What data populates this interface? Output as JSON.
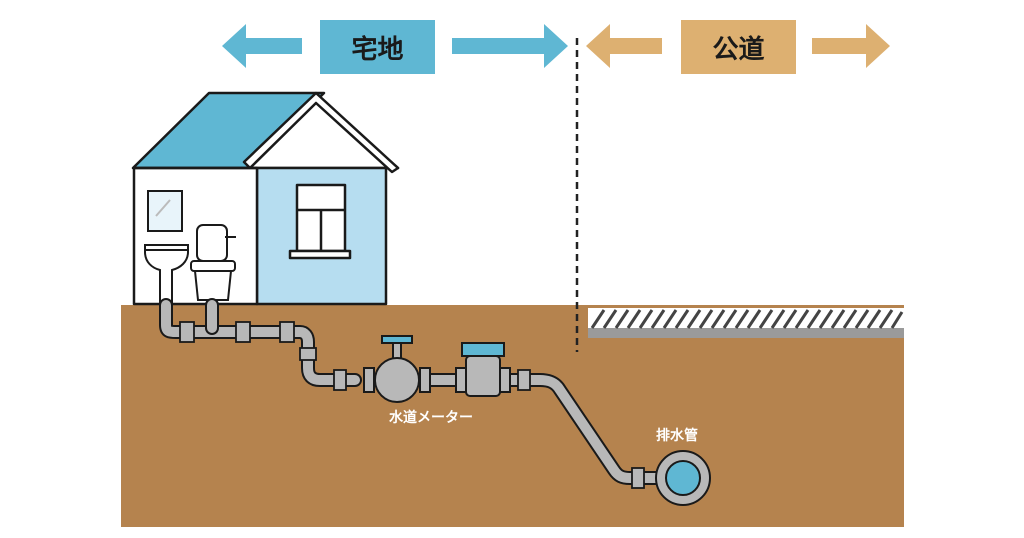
{
  "zones": {
    "private": {
      "label": "宅地",
      "color": "#5fb7d3"
    },
    "public": {
      "label": "公道",
      "color": "#ddb071"
    }
  },
  "labels": {
    "meter": "水道メーター",
    "drain": "排水管"
  },
  "colors": {
    "ground": "#b5834e",
    "roof": "#5fb7d3",
    "house_wall": "#b6ddf0",
    "pipe": "#a9a9a9",
    "drain_water": "#5fb7d3",
    "road_hatch": "#555555"
  }
}
